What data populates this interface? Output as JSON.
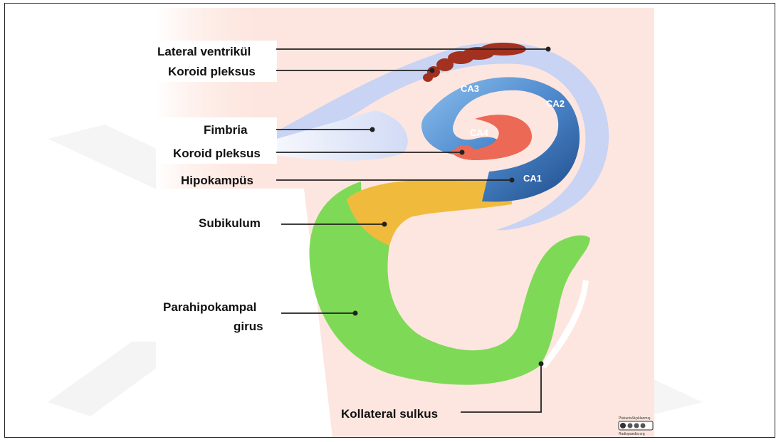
{
  "labels": {
    "lateral_ventricle": "Lateral ventrikül",
    "choroid_plexus_top": "Koroid pleksus",
    "fimbria": "Fimbria",
    "choroid_plexus_mid": "Koroid pleksus",
    "hippocampus": "Hipokampüs",
    "subiculum": "Subikulum",
    "parahippocampal_line1": "Parahipokampal",
    "parahippocampal_line2": "girus",
    "collateral_sulcus": "Kollateral sulkus"
  },
  "regions": {
    "ca1": "CA1",
    "ca2": "CA2",
    "ca3": "CA3",
    "ca4": "CA4"
  },
  "colors": {
    "background_tissue": "#fde6df",
    "ventricle": "#c9d3f4",
    "choroid_plexus": "#a3311f",
    "hippocampus_light": "#7fb3e6",
    "hippocampus_dark": "#23508f",
    "dentate": "#ec6a55",
    "subiculum": "#f0bb3c",
    "parahippocampal": "#7ed957",
    "watermark": "#eeeeee"
  },
  "credit": {
    "line1": "Piskunis/Açıklanmış",
    "line3": "Radiopaedia.org"
  }
}
